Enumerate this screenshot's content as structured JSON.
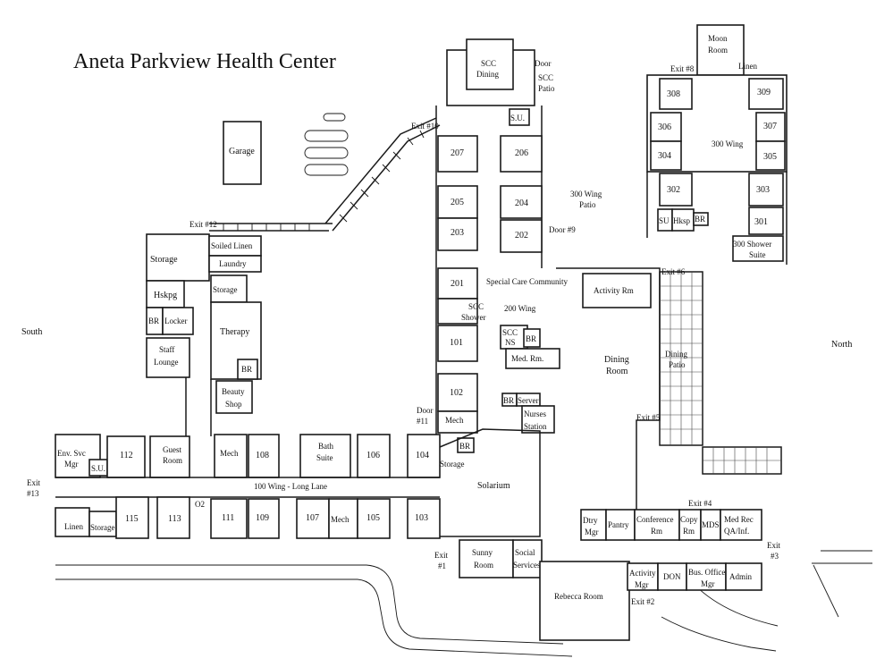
{
  "map": {
    "title": "Aneta Parkview Health Center",
    "directions": {
      "west": "South",
      "east": "North"
    },
    "wings": {
      "w100": "100 Wing - Long Lane",
      "scc": "Special Care Community",
      "w200": "200 Wing",
      "w300": "300 Wing"
    },
    "rooms": {
      "garage": "Garage",
      "storage1": "Storage",
      "soiled_linen": "Soiled Linen",
      "laundry": "Laundry",
      "hskpg": "Hskpg",
      "storage2": "Storage",
      "br_a": "BR",
      "locker": "Locker",
      "therapy": "Therapy",
      "staff": "Staff",
      "lounge": "Lounge",
      "br_b": "BR",
      "beauty": "Beauty",
      "shop": "Shop",
      "env_svc": "Env. Svc",
      "mgr_env": "Mgr",
      "r112": "112",
      "su_a": "S.U.",
      "guest": "Guest",
      "room_guest": "Room",
      "mech_a": "Mech",
      "r108": "108",
      "bath": "Bath",
      "suite_bath": "Suite",
      "r106": "106",
      "r104": "104",
      "linen_a": "Linen",
      "storage3": "Storage",
      "r115": "115",
      "r113": "113",
      "o2": "O2",
      "r111": "111",
      "r109": "109",
      "r107": "107",
      "mech_b": "Mech",
      "r105": "105",
      "r103": "103",
      "scc_dining": "SCC",
      "dining_scc": "Dining",
      "door_a": "Door",
      "scc_patio": "SCC",
      "patio_scc": "Patio",
      "su_b": "S.U.",
      "r207": "207",
      "r206": "206",
      "r205": "205",
      "r204": "204",
      "r203": "203",
      "r202": "202",
      "r201": "201",
      "scc_shower": "SCC",
      "shower_scc": "Shower",
      "r101": "101",
      "scc_ns": "SCC",
      "ns": "NS",
      "br_c": "BR",
      "med_rm": "Med. Rm.",
      "r102": "102",
      "br_d": "BR",
      "server": "Server",
      "mech_c": "Mech",
      "nurses": "Nurses",
      "station": "Station",
      "br_e": "BR",
      "storage4": "Storage",
      "door_11": "Door",
      "num_11": "#11",
      "solarium": "Solarium",
      "activity_rm": "Activity Rm",
      "dining_room": "Dining",
      "room_dining": "Room",
      "dining_patio": "Dining",
      "patio_dining": "Patio",
      "w300_patio": "300 Wing",
      "patio_300": "Patio",
      "moon": "Moon",
      "room_moon": "Room",
      "linen_b": "Linen",
      "r308": "308",
      "r309": "309",
      "r306": "306",
      "r307": "307",
      "r304": "304",
      "r305": "305",
      "r302": "302",
      "r303": "303",
      "su_c": "SU",
      "hksp": "Hksp",
      "br_f": "BR",
      "r301": "301",
      "shower_300": "300 Shower",
      "suite_300": "Suite",
      "dtry": "Dtry",
      "mgr_dtry": "Mgr",
      "pantry": "Pantry",
      "conference": "Conference",
      "rm_conf": "Rm",
      "copy": "Copy",
      "rm_copy": "Rm",
      "mds": "MDS",
      "med_rec": "Med Rec",
      "qa_inf": "QA/Inf.",
      "sunny": "Sunny",
      "room_sunny": "Room",
      "social": "Social",
      "services": "Services",
      "rebecca": "Rebecca Room",
      "activity_mgr": "Activity",
      "mgr_act": "Mgr",
      "don": "DON",
      "bus_office": "Bus. Office",
      "mgr_bus": "Mgr",
      "admin": "Admin"
    },
    "exits": {
      "e1a": "Exit",
      "e1b": "#1",
      "e2": "Exit #2",
      "e3a": "Exit",
      "e3b": "#3",
      "e4": "Exit #4",
      "e5": "Exit #5",
      "e6": "Exit #6",
      "e8": "Exit #8",
      "e9": "Door #9",
      "e10": "Exit #10",
      "e12": "Exit #12",
      "e13a": "Exit",
      "e13b": "#13"
    }
  }
}
